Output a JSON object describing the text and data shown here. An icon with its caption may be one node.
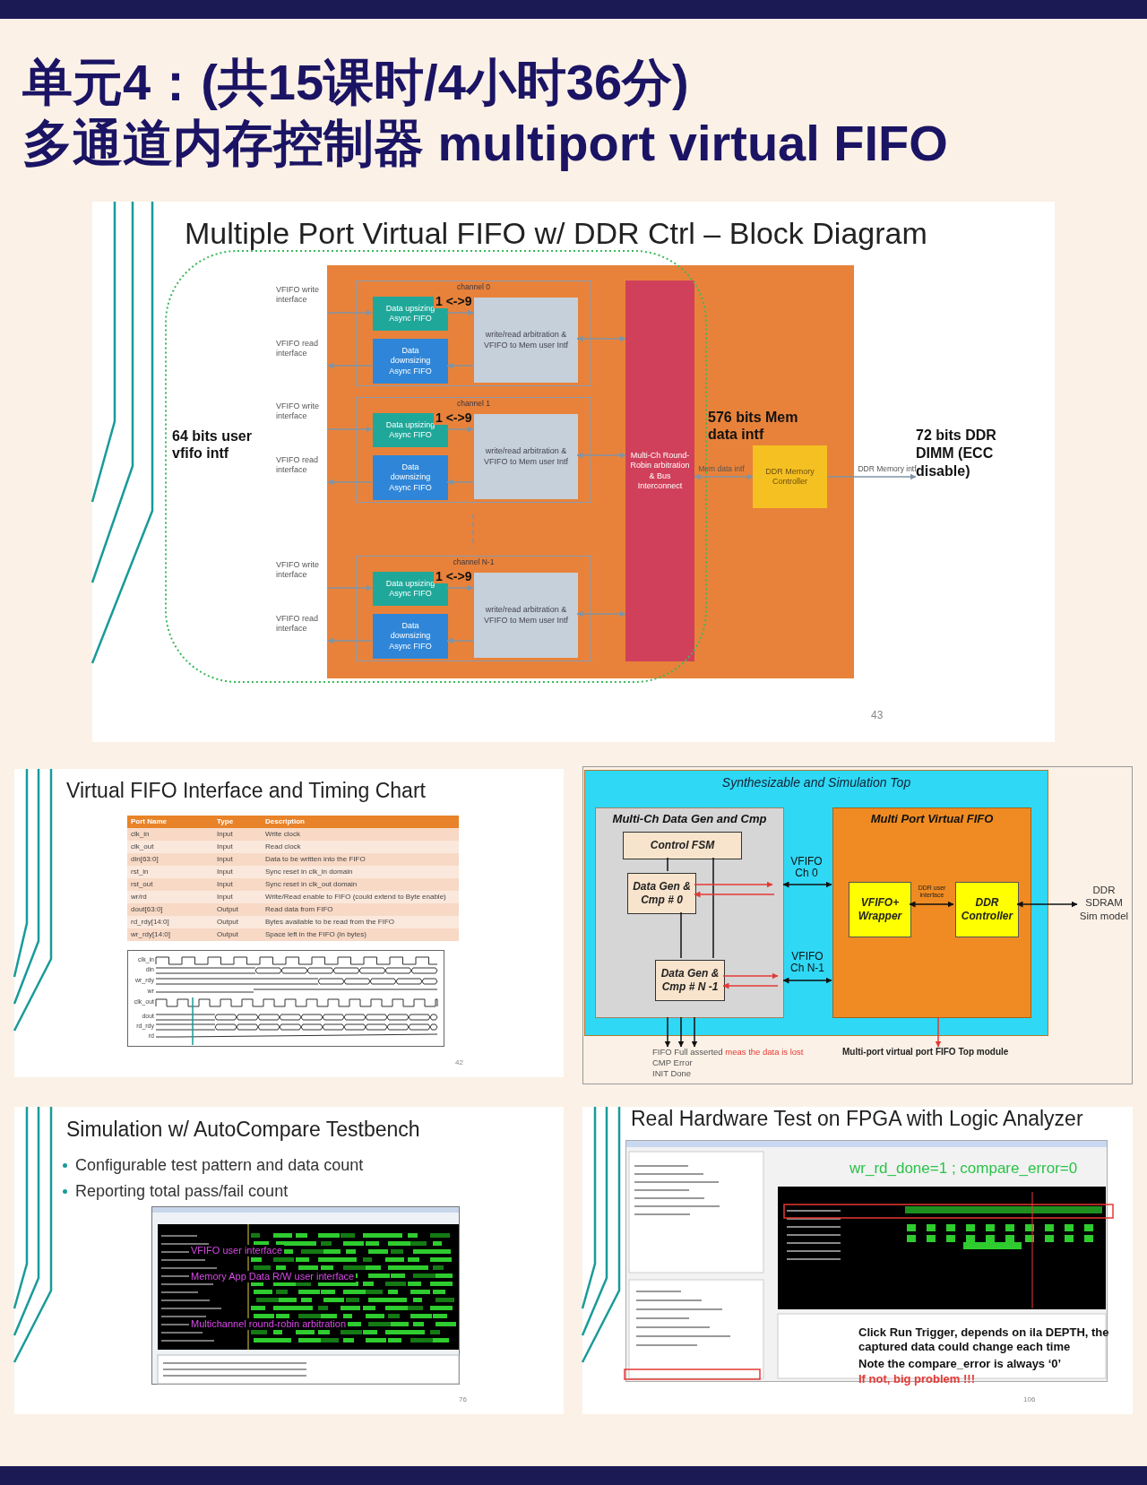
{
  "diagram": {
    "title": "单元4：(共15课时/4小时36分) 多通道内存控制器 multiport virtual FIFO",
    "nodes": [
      {
        "text": [],
        "shape": "box"
      },
      {
        "text": [
          "channel 0"
        ],
        "in": 0
      },
      {
        "text": [
          "Data upsizing Async FIFO"
        ],
        "in": 1,
        "beside": [
          "1 <->9"
        ]
      },
      {
        "text": [
          "Data downsizing Async FIFO"
        ],
        "in": 1
      },
      {
        "text": [
          "write/read arbitration & VFIFO to Mem user Intf"
        ],
        "in": 1
      },
      {
        "text": [
          "channel 1"
        ],
        "in": 0
      },
      {
        "text": [
          "Data upsizing Async FIFO"
        ],
        "in": 5,
        "beside": [
          "1 <->9"
        ]
      },
      {
        "text": [
          "Data downsizing Async FIFO"
        ],
        "in": 5
      },
      {
        "text": [
          "write/read arbitration & VFIFO to Mem user Intf"
        ],
        "in": 5
      },
      {
        "text": [
          "channel N-1"
        ],
        "in": 0
      },
      {
        "text": [
          "Data upsizing Async FIFO"
        ],
        "in": 9,
        "beside": [
          "1 <->9"
        ]
      },
      {
        "text": [
          "Data downsizing Async FIFO"
        ],
        "in": 9
      },
      {
        "text": [
          "write/read arbitration & VFIFO to Mem user Intf"
        ],
        "in": 9
      },
      {
        "text": [
          "Multi-Ch Round-Robin arbitration & Bus Interconnect"
        ],
        "in": 0
      },
      {
        "text": [
          "DDR Memory Controller"
        ],
        "in": 0
      },
      {
        "text": [
          "VFIFO write interface"
        ]
      },
      {
        "text": [
          "VFIFO read interface"
        ]
      },
      {
        "text": [
          "VFIFO write interface"
        ]
      },
      {
        "text": [
          "VFIFO read interface"
        ]
      },
      {
        "text": [
          "VFIFO write interface"
        ]
      },
      {
        "text": [
          "VFIFO read interface"
        ]
      },
      {
        "text": [
          "72 bits DDR DIMM (ECC disable)"
        ]
      },
      {
        "text": [
          "Synthesizable and Simulation Top"
        ]
      },
      {
        "text": [
          "Multi-Ch Data Gen and Cmp"
        ],
        "in": 22
      },
      {
        "text": [
          "Control FSM"
        ],
        "in": 23
      },
      {
        "text": [
          "Data Gen & Cmp # 0"
        ],
        "in": 23
      },
      {
        "text": [
          "Data Gen & Cmp # N -1"
        ],
        "in": 23
      },
      {
        "text": [
          "Multi Port Virtual FIFO"
        ],
        "in": 22
      },
      {
        "text": [
          "VFIFO+ Wrapper"
        ],
        "in": 27
      },
      {
        "text": [
          "DDR Controller"
        ],
        "in": 27
      },
      {
        "text": [
          "DDR SDRAM Sim model"
        ]
      },
      {
        "text": [
          "FIFO Full asserted",
          "meas the data is lost",
          "CMP Error",
          "INIT Done"
        ]
      },
      {
        "text": [
          "Multi-port virtual port FIFO Top module"
        ]
      }
    ],
    "edges": [
      {
        "from": 15,
        "to": 2,
        "arrow": "to"
      },
      {
        "from": 2,
        "to": 4,
        "arrow": "to"
      },
      {
        "from": 4,
        "to": 3,
        "arrow": "to"
      },
      {
        "from": 3,
        "to": 16,
        "arrow": "to"
      },
      {
        "from": 4,
        "to": 13,
        "arrow": "both"
      },
      {
        "from": 17,
        "to": 6,
        "arrow": "to"
      },
      {
        "from": 6,
        "to": 8,
        "arrow": "to"
      },
      {
        "from": 8,
        "to": 7,
        "arrow": "to"
      },
      {
        "from": 7,
        "to": 18,
        "arrow": "to"
      },
      {
        "from": 8,
        "to": 13,
        "arrow": "both"
      },
      {
        "from": 19,
        "to": 10,
        "arrow": "to"
      },
      {
        "from": 10,
        "to": 12,
        "arrow": "to"
      },
      {
        "from": 12,
        "to": 11,
        "arrow": "to"
      },
      {
        "from": 11,
        "to": 20,
        "arrow": "to"
      },
      {
        "from": 12,
        "to": 13,
        "arrow": "both"
      },
      {
        "from": 13,
        "to": 14,
        "arrow": "both",
        "label": "Mem data intf"
      },
      {
        "from": 14,
        "to": 21,
        "arrow": "to",
        "label": "DDR Memory intf"
      },
      {
        "from": 24,
        "to": 25,
        "arrow": "none",
        "color": "#111111"
      },
      {
        "from": 24,
        "to": 26,
        "arrow": "none",
        "color": "#111111"
      },
      {
        "from": 25,
        "to": 26,
        "arrow": "none",
        "color": "#111111"
      },
      {
        "from": 25,
        "to": null,
        "arrow": "to",
        "color": "#e53935"
      },
      {
        "from": null,
        "to": 25,
        "arrow": "to",
        "color": "#e53935"
      },
      {
        "from": 26,
        "to": null,
        "arrow": "to",
        "color": "#e53935"
      },
      {
        "from": null,
        "to": 26,
        "arrow": "to",
        "color": "#e53935"
      },
      {
        "from": 23,
        "to": 27,
        "arrow": "both",
        "label": "VFIFO Ch 0",
        "color": "#111111"
      },
      {
        "from": 23,
        "to": 27,
        "arrow": "both",
        "label": "VFIFO Ch N-1",
        "color": "#111111"
      },
      {
        "from": 28,
        "to": 29,
        "arrow": "both",
        "label": "DDR user interface",
        "color": "#111111"
      },
      {
        "from": 29,
        "to": 30,
        "arrow": "both",
        "color": "#111111"
      },
      {
        "from": 23,
        "to": 31,
        "arrow": "to",
        "color": "#111111"
      },
      {
        "from": 23,
        "to": 31,
        "arrow": "to",
        "color": "#111111"
      },
      {
        "from": 23,
        "to": 31,
        "arrow": "to",
        "color": "#111111"
      },
      {
        "from": 27,
        "to": 32,
        "arrow": "to",
        "color": "#e53935"
      }
    ],
    "labels": [
      "Multiple Port Virtual FIFO w/ DDR Ctrl – Block Diagram",
      "64 bits user vfifo intf",
      "576 bits Mem data intf",
      "43",
      "Virtual FIFO Interface and Timing Chart",
      "Port Name",
      "Type",
      "Description",
      "clk_in",
      "Input",
      "Write clock",
      "clk_out",
      "Input",
      "Read clock",
      "din[63:0]",
      "Input",
      "Data to be written into the FIFO",
      "rst_in",
      "Input",
      "Sync reset in clk_in domain",
      "rst_out",
      "Input",
      "Sync reset in clk_out domain",
      "wr/rd",
      "Input",
      "Write/Read enable to FIFO (could extend to Byte enable)",
      "dout[63:0]",
      "Output",
      "Read data from FIFO",
      "rd_rdy[14:0]",
      "Output",
      "Bytes available to be read from the FIFO",
      "wr_rdy[14:0]",
      "Output",
      "Space left in the FIFO (in bytes)",
      "clk_in",
      "din",
      "wr_rdy",
      "wr",
      "clk_out",
      "dout",
      "rd_rdy",
      "rd",
      "42",
      "Simulation w/ AutoCompare Testbench",
      "Configurable test pattern and data count",
      "Reporting total pass/fail count",
      "VFIFO user interface",
      "Memory App Data R/W user interface",
      "Multichannel round-robin arbitration",
      "76",
      "Real Hardware Test on FPGA with Logic Analyzer",
      "wr_rd_done=1 ; compare_error=0",
      "Click Run Trigger, depends on ila DEPTH, the captured data could change each time",
      "Note the compare_error is always ‘0’",
      "If not, big problem !!!",
      "106"
    ]
  }
}
